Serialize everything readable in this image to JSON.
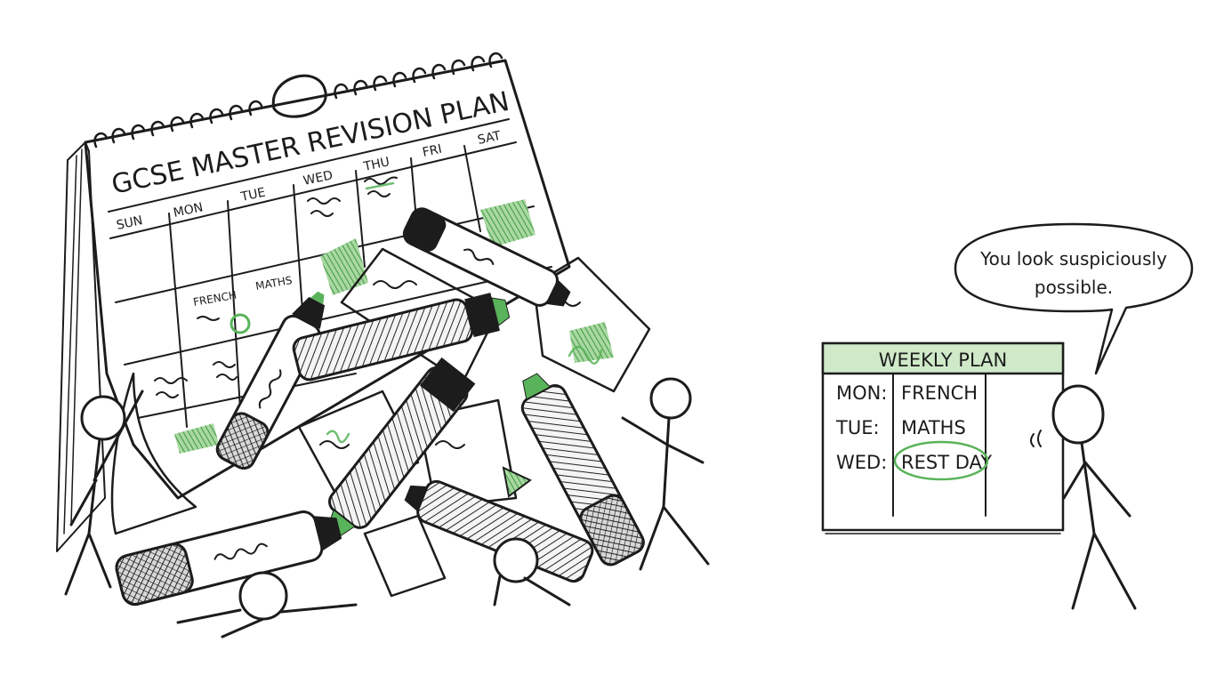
{
  "calendar": {
    "title": "GCSE MASTER REVISION PLAN",
    "days": [
      "SUN",
      "MON",
      "TUE",
      "WED",
      "THU",
      "FRI",
      "SAT"
    ],
    "entries": {
      "french": "FRENCH",
      "maths": "MATHS"
    }
  },
  "weekly_plan": {
    "title": "WEEKLY PLAN",
    "rows": [
      {
        "day": "MON:",
        "subject": "FRENCH"
      },
      {
        "day": "TUE:",
        "subject": "MATHS"
      },
      {
        "day": "WED:",
        "subject": "REST DAY"
      }
    ]
  },
  "speech": {
    "line1": "You look suspiciously",
    "line2": "possible."
  },
  "colors": {
    "ink": "#1c1c1c",
    "highlighter": "#59b35a",
    "paper": "#ffffff"
  }
}
